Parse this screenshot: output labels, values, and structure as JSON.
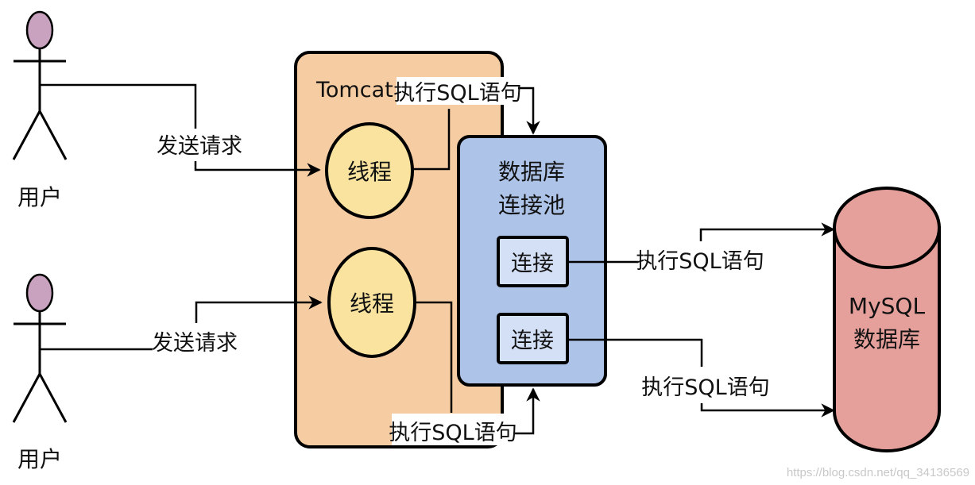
{
  "diagram": {
    "type": "architecture-flow",
    "actors": [
      {
        "id": "user1",
        "label": "用户"
      },
      {
        "id": "user2",
        "label": "用户"
      }
    ],
    "containers": {
      "tomcat": {
        "label": "Tomcat",
        "fill": "#f6cda3"
      },
      "pool": {
        "label_line1": "数据库",
        "label_line2": "连接池",
        "fill": "#adc3e8"
      },
      "database": {
        "label_line1": "MySQL",
        "label_line2": "数据库",
        "fill": "#e6a09c"
      }
    },
    "nodes": {
      "thread1": {
        "label": "线程",
        "fill": "#f9e39f"
      },
      "thread2": {
        "label": "线程",
        "fill": "#f9e39f"
      },
      "conn1": {
        "label": "连接",
        "fill": "#d4e0f5"
      },
      "conn2": {
        "label": "连接",
        "fill": "#d4e0f5"
      }
    },
    "edges": [
      {
        "from": "user1",
        "to": "thread1",
        "label": "发送请求"
      },
      {
        "from": "user2",
        "to": "thread2",
        "label": "发送请求"
      },
      {
        "from": "thread1",
        "to": "pool",
        "label": "执行SQL语句"
      },
      {
        "from": "thread2",
        "to": "pool",
        "label": "执行SQL语句"
      },
      {
        "from": "conn1",
        "to": "database",
        "label": "执行SQL语句"
      },
      {
        "from": "conn2",
        "to": "database",
        "label": "执行SQL语句"
      }
    ],
    "actor_head_color": "#c8a2bf",
    "watermark": "https://blog.csdn.net/qq_34136569"
  }
}
